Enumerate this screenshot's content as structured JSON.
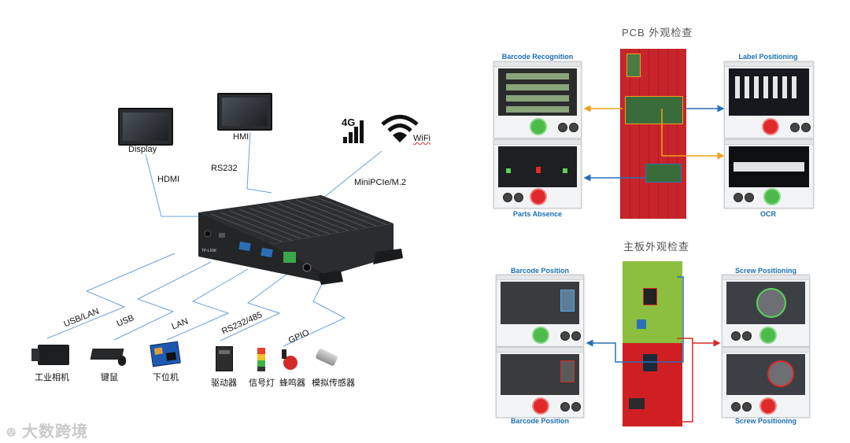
{
  "left_diagram": {
    "display_label": "Display",
    "hmi_label": "HMI",
    "hdmi_label": "HDMI",
    "rs232_label": "RS232",
    "lte_label": "4G",
    "wifi_label": "WiFi",
    "minipcie_label": "MiniPCIe/M.2",
    "usb_lan_label": "USB/LAN",
    "usb_label": "USB",
    "lan_label": "LAN",
    "rs232_485_label": "RS232/485",
    "gpio_label": "GPIO",
    "devices": {
      "camera": "工业相机",
      "keyboard": "键鼠",
      "plc": "下位机",
      "driver": "驱动器",
      "signal_light": "信号灯",
      "buzzer": "蜂鸣器",
      "sensor": "模拟传感器"
    },
    "watermark": "大数跨境"
  },
  "pcb_section": {
    "title": "PCB 外观检查",
    "barcode_recognition": "Barcode Recognition",
    "label_positioning": "Label Positioning",
    "parts_absence": "Parts Absence",
    "ocr": "OCR"
  },
  "mainboard_section": {
    "title": "主板外观检查",
    "barcode_position_top": "Barcode Position",
    "screw_positioning_top": "Screw Positioning",
    "barcode_position_bottom": "Barcode Position",
    "screw_positioning_bottom": "Screw Positioning"
  },
  "colors": {
    "arrow_orange": "#f0a020",
    "arrow_blue": "#2a6fb5",
    "arrow_red": "#d42a2a",
    "caption_blue": "#1a6fb5",
    "pcb_red": "#c8242b",
    "mb_green": "#8cbf3f"
  }
}
